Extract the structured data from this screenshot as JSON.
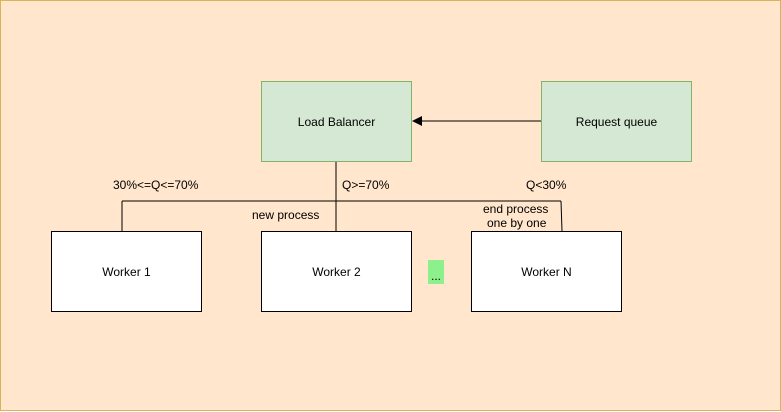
{
  "diagram": {
    "nodes": {
      "load_balancer": "Load Balancer",
      "request_queue": "Request queue",
      "worker1": "Worker 1",
      "worker2": "Worker 2",
      "workerN": "Worker N"
    },
    "labels": {
      "mid_threshold": "30%<=Q<=70%",
      "high_threshold": "Q>=70%",
      "low_threshold": "Q<30%",
      "new_process": "new process",
      "end_process_line1": "end process",
      "end_process_line2": "one by one"
    },
    "ellipsis": "...",
    "colors": {
      "background": "#ffe6cc",
      "frame_border": "#d6b656",
      "node_fill_green": "#d5e8d4",
      "node_border_green": "#82b366",
      "ellipsis_fill": "#8cf08c"
    }
  }
}
